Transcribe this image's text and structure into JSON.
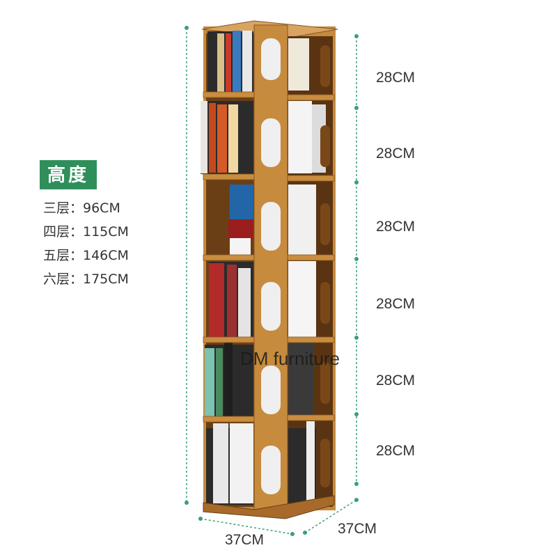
{
  "height_label": "高度",
  "specs": [
    {
      "text": "三层：96CM"
    },
    {
      "text": "四层：115CM"
    },
    {
      "text": "五层：146CM"
    },
    {
      "text": "六层：175CM"
    }
  ],
  "shelf_heights": [
    "28CM",
    "28CM",
    "28CM",
    "28CM",
    "28CM",
    "28CM"
  ],
  "width_label": "37CM",
  "depth_label": "37CM",
  "watermark": "DM furniture",
  "colors": {
    "accent": "#2f8f5b",
    "wood": "#b8782e",
    "wood_dark": "#8a5520",
    "dim_line": "#3aa079"
  }
}
